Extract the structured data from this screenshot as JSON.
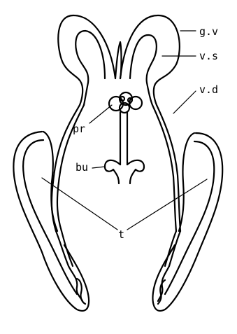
{
  "figure": {
    "labels": {
      "gv": "g.v",
      "vs": "v.s",
      "vd": "v.d",
      "pr": "pr",
      "bu": "bu",
      "t": "t"
    },
    "colors": {
      "ink": "#000000",
      "paper": "#ffffff"
    }
  }
}
